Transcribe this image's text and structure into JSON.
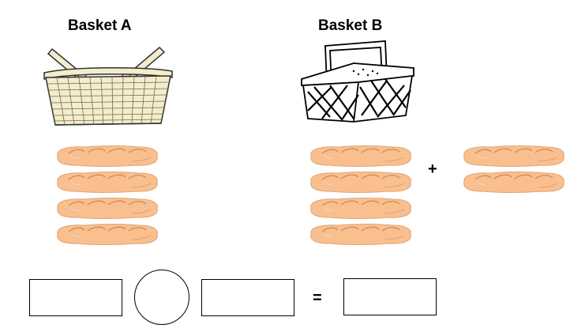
{
  "basket_a": {
    "label": "Basket A",
    "bread_count": 4
  },
  "basket_b": {
    "label": "Basket B",
    "bread_count": 4,
    "extra_bread_count": 2
  },
  "operators": {
    "plus": "+",
    "equals": "="
  },
  "colors": {
    "bread_fill": "#f9bf8f",
    "bread_stroke": "#d08a55",
    "basket_a_fill": "#f3eccd"
  }
}
